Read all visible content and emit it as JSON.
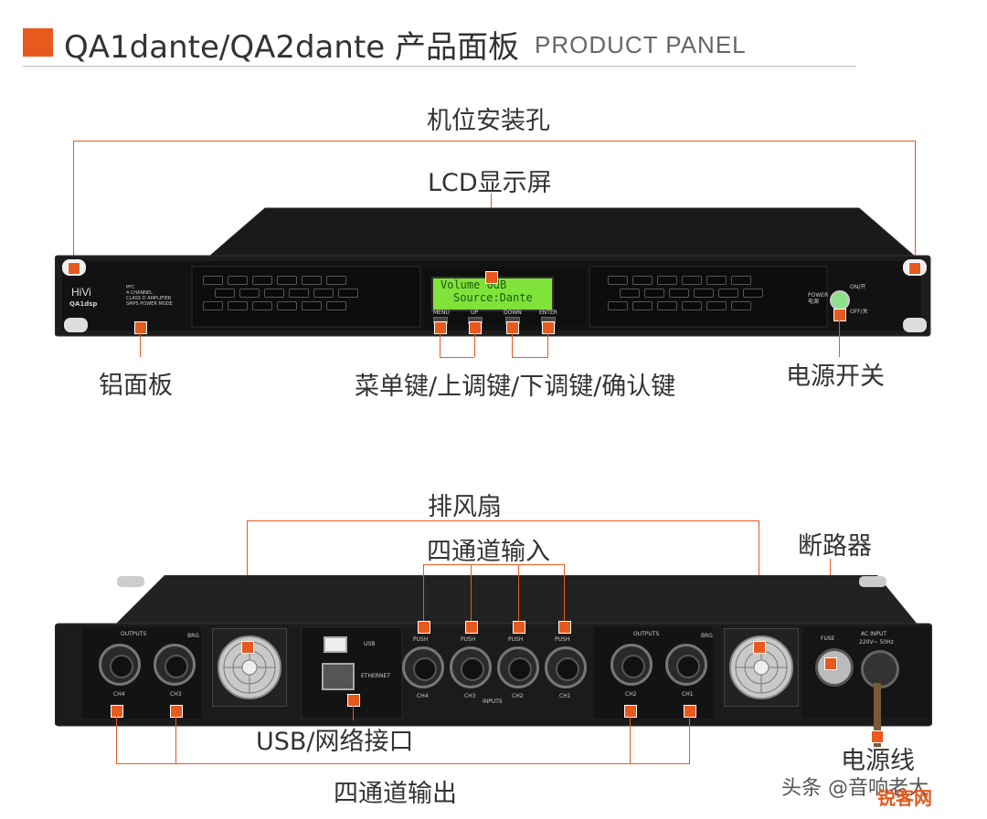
{
  "header": {
    "title": "QA1dante/QA2dante 产品面板",
    "subtitle": "PRODUCT PANEL"
  },
  "front_panel": {
    "callouts": {
      "mount_holes": "机位安装孔",
      "lcd": "LCD显示屏",
      "aluminum_panel": "铝面板",
      "buttons": "菜单键/上调键/下调键/确认键",
      "power_switch": "电源开关"
    },
    "device": {
      "brand": "HiVi",
      "model": "QA1dsp",
      "spec_lines": "PFC\n4 CHANNEL\nCLASS D AMPLIFIER\nSMPS POWER MODE",
      "lcd_line1": "Volume    0dB",
      "lcd_line2": "Source:Dante",
      "button_labels": [
        "MENU",
        "UP",
        "DOWN",
        "ENTER"
      ],
      "power_label": "POWER\n电源",
      "on_label": "ON/开",
      "off_label": "OFF/关"
    }
  },
  "rear_panel": {
    "callouts": {
      "fans": "排风扇",
      "inputs": "四通道输入",
      "breaker": "断路器",
      "usb_network": "USB/网络接口",
      "power_cord": "电源线",
      "outputs": "四通道输出"
    },
    "device": {
      "outputs_label": "OUTPUTS",
      "brg_label": "BRG",
      "usb_label": "USB",
      "ethernet_label": "ETHERNET",
      "inputs_label": "INPUTS",
      "push_label": "PUSH",
      "input_channels": [
        "CH4",
        "CH3",
        "CH2",
        "CH1"
      ],
      "left_out_labels": [
        "CH4",
        "CH3"
      ],
      "right_out_labels": [
        "CH2",
        "CH1"
      ],
      "fuse_label": "FUSE",
      "ac_input_label": "AC INPUT",
      "ac_spec": "220V~ 50Hz"
    }
  },
  "watermark": {
    "text": "头条 @音响老大",
    "logo": "锐客网"
  },
  "colors": {
    "accent": "#e8591e",
    "lcd_green": "#7fe33a",
    "chassis": "#161616"
  }
}
